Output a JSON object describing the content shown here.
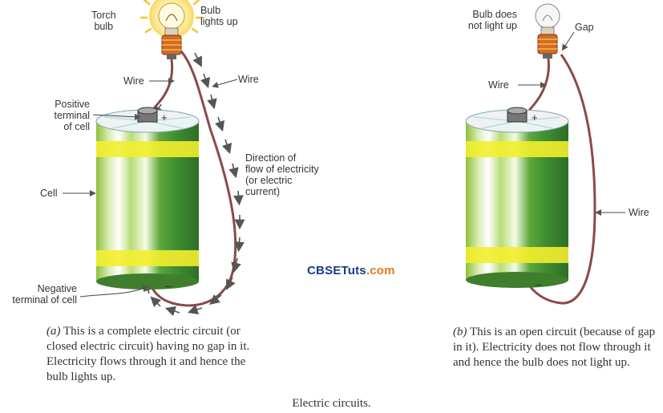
{
  "diagram_a": {
    "labels": {
      "torch_bulb": "Torch\nbulb",
      "bulb_lights_up": "Bulb\nlights up",
      "wire_left": "Wire",
      "wire_right": "Wire",
      "positive_terminal": "Positive\nterminal\nof cell",
      "direction": "Direction of\nflow of electricity\n(or electric\ncurrent)",
      "cell": "Cell",
      "negative_terminal": "Negative\nterminal of cell"
    },
    "caption_marker": "(a)",
    "caption_text": "This is a complete electric circuit (or closed electric circuit) having no gap in it. Electricity flows through it and hence the bulb lights up."
  },
  "diagram_b": {
    "labels": {
      "bulb_not_light": "Bulb does\nnot light up",
      "gap": "Gap",
      "wire_left": "Wire",
      "wire_right": "Wire"
    },
    "caption_marker": "(b)",
    "caption_text": "This is an open circuit (because of gap in it). Electricity does not flow through it and hence the bulb does not light up."
  },
  "watermark": {
    "part1": "CBSETuts",
    "part2": ".com"
  },
  "figure_caption": "Electric circuits."
}
